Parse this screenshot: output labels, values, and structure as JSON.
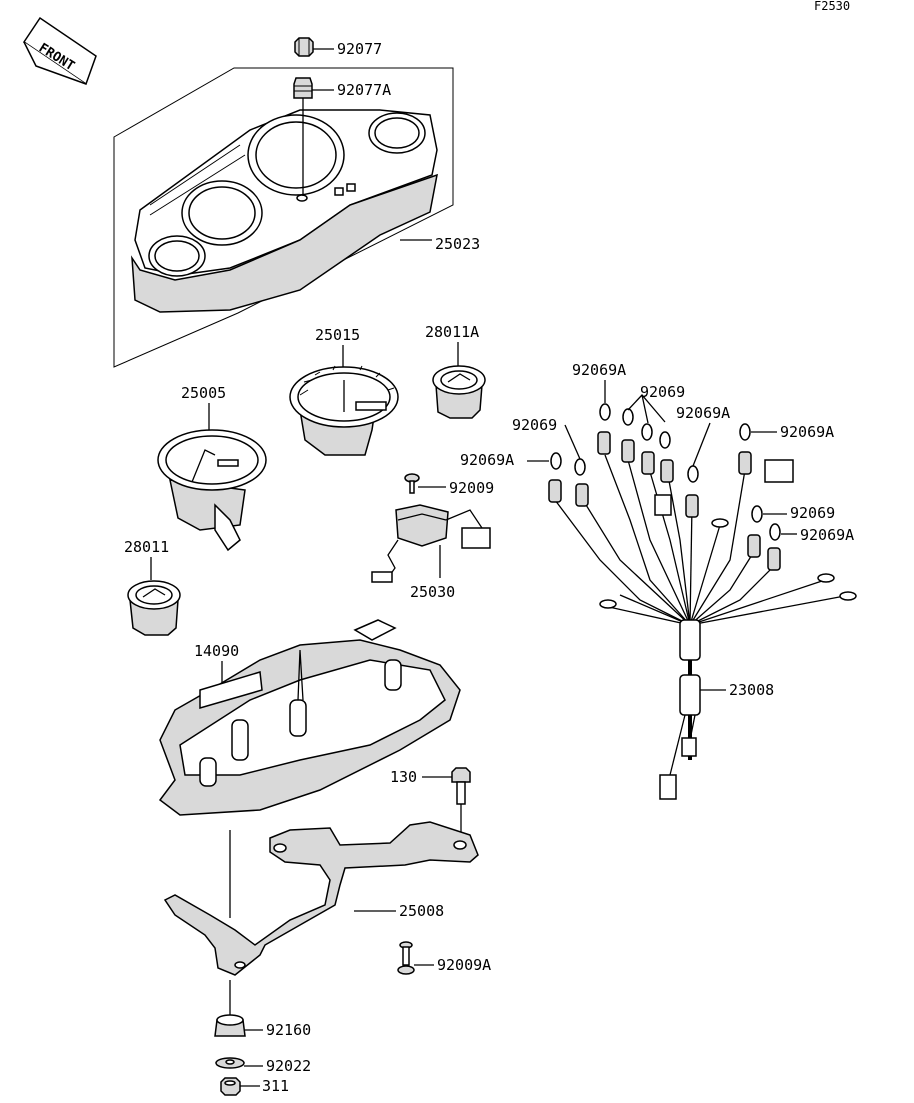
{
  "figure_code": "F2530",
  "front_label": "FRONT",
  "parts": {
    "p92077": "92077",
    "p92077A": "92077A",
    "p25023": "25023",
    "p25015": "25015",
    "p28011A": "28011A",
    "p25005": "25005",
    "p92009": "92009",
    "p25030": "25030",
    "p28011": "28011",
    "p14090": "14090",
    "p130": "130",
    "p25008": "25008",
    "p92009A": "92009A",
    "p92160": "92160",
    "p92022": "92022",
    "p311": "311",
    "p92069A_1": "92069A",
    "p92069_1": "92069",
    "p92069A_2": "92069A",
    "p92069_2": "92069",
    "p92069A_3": "92069A",
    "p92069A_4": "92069A",
    "p92069_3": "92069",
    "p92069A_5": "92069A",
    "p23008": "23008"
  }
}
